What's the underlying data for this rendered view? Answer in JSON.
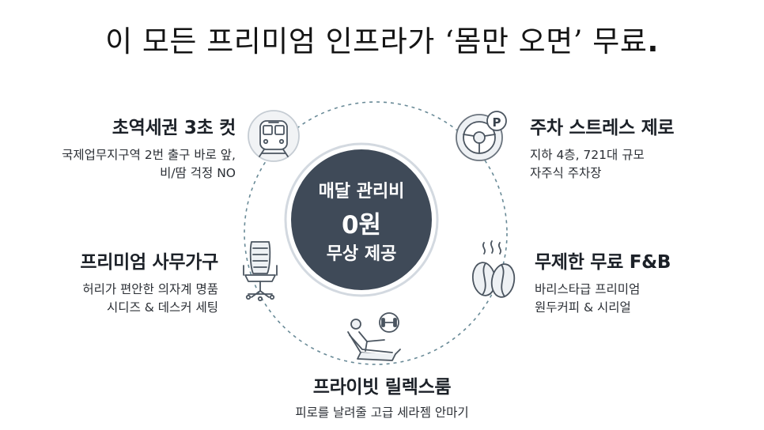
{
  "headline": {
    "part1": "이 모든 프리미엄 인프라가 ",
    "quoted": "‘몸만 오면’",
    "part2": " 무료",
    "period": "."
  },
  "center": {
    "line1": "매달 관리비",
    "line2": "0원",
    "line3": "무상 제공"
  },
  "features": {
    "subway": {
      "title": "초역세권 3초 컷",
      "desc1": "국제업무지구역 2번 출구 바로 앞,",
      "desc2": "비/땀 걱정 NO",
      "icon": "subway-train-icon"
    },
    "parking": {
      "title": "주차 스트레스 제로",
      "desc1": "지하 4층, 721대 규모",
      "desc2": "자주식 주차장",
      "icon": "steering-wheel-parking-icon",
      "badge": "P"
    },
    "furniture": {
      "title": "프리미엄 사무가구",
      "desc1": "허리가 편안한 의자계 명품",
      "desc2": "시디즈 & 데스커 세팅",
      "icon": "office-chair-icon"
    },
    "fnb": {
      "title": "무제한 무료 F&B",
      "desc1": "바리스타급 프리미엄",
      "desc2": "원두커피 & 시리얼",
      "icon": "coffee-beans-icon"
    },
    "relax": {
      "title": "프라이빗 릴렉스룸",
      "desc1": "피로를 날려줄 고급 세라젬 안마기",
      "icon": "massage-chair-dumbbell-icon"
    }
  },
  "colors": {
    "center_fill": "#3f4a58",
    "center_ring": "#d6dce3",
    "dashed_circle": "#4f7585",
    "icon_stroke": "#4b5560",
    "icon_fill": "#eef1f4"
  }
}
